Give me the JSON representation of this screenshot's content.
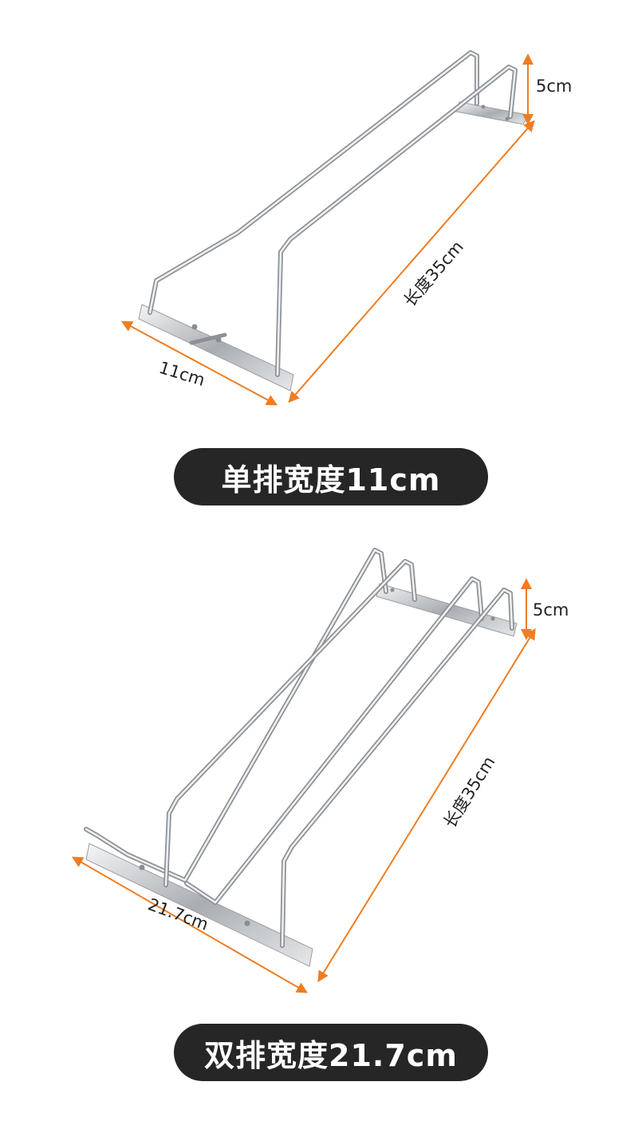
{
  "single": {
    "height_label": "5cm",
    "length_label": "长度35cm",
    "width_label": "11cm",
    "caption": "单排宽度11cm"
  },
  "double": {
    "height_label": "5cm",
    "length_label": "长度35cm",
    "width_label": "21.7cm",
    "caption": "双排宽度21.7cm"
  },
  "colors": {
    "dimension_line": "#ef7d22",
    "caption_background": "#262626",
    "caption_text": "#ffffff",
    "metal": "#b9bcc0"
  }
}
